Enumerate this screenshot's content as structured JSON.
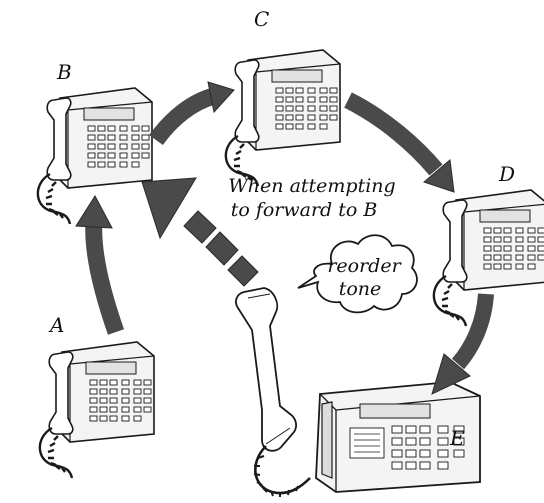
{
  "labels": {
    "a": "A",
    "b": "B",
    "c": "C",
    "d": "D",
    "e": "E"
  },
  "caption": {
    "line1": "When attempting",
    "line2": "to forward to B"
  },
  "bubble": {
    "line1": "reorder",
    "line2": "tone"
  },
  "colors": {
    "arrow": "#4a4a4a",
    "ink": "#1a1a1a",
    "phone_fill": "#f4f4f4"
  }
}
